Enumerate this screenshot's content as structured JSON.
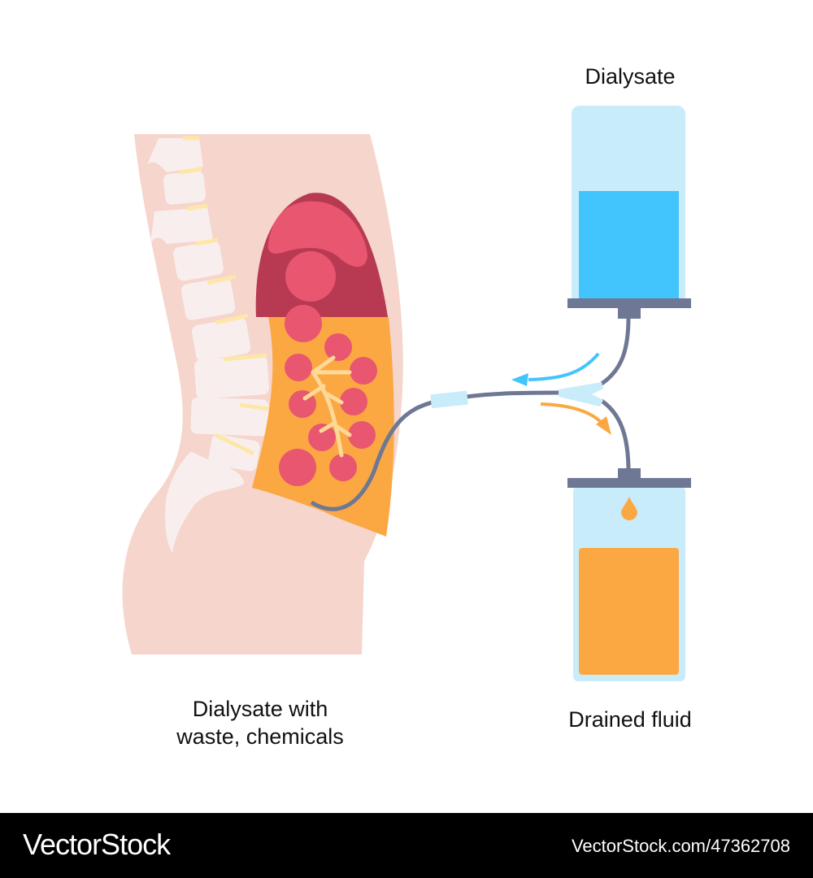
{
  "labels": {
    "dialysate": "Dialysate",
    "abdomen": [
      "Dialysate with",
      "waste, chemicals"
    ],
    "drained": "Drained fluid"
  },
  "watermark": {
    "brand": "VectorStock",
    "id": "VectorStock.com/47362708"
  },
  "colors": {
    "skin": "#f5d5cc",
    "bone": "#f9eeee",
    "disc": "#fde7a8",
    "organ_dark": "#b83a52",
    "organ_pink": "#e8566f",
    "dialysate_fluid": "#fba843",
    "bag": "#c9ecfb",
    "fresh_fluid": "#42c4fc",
    "tube": "#6e7794",
    "inflow_arrow": "#42c4fc",
    "outflow_arrow": "#fba843"
  }
}
